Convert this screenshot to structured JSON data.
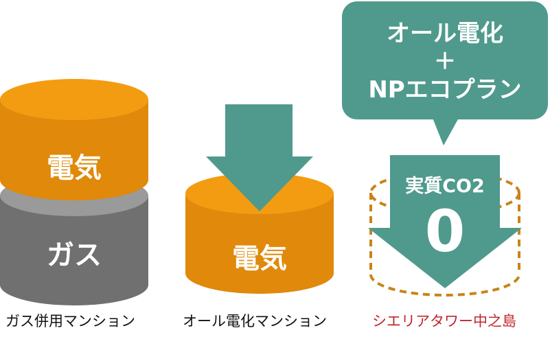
{
  "columns": [
    {
      "caption": "ガス併用マンション",
      "caption_color": "#111111",
      "layers": {
        "top": "電気",
        "bottom": "ガス"
      }
    },
    {
      "caption": "オール電化マンション",
      "caption_color": "#111111",
      "layers": {
        "top": "電気"
      }
    },
    {
      "caption": "シエリアタワー中之島",
      "caption_color": "#c0272d",
      "callout": {
        "line1": "オール電化",
        "line2": "＋",
        "line3": "NPエコプラン"
      },
      "arrow": {
        "label": "実質CO2",
        "value": "0"
      }
    }
  ],
  "colors": {
    "electric_side": "#e0890a",
    "electric_top": "#f39c12",
    "gas_side": "#707070",
    "gas_top": "#9a9a9a",
    "teal": "#4f9a8c",
    "dashed_outline": "#c98417"
  }
}
